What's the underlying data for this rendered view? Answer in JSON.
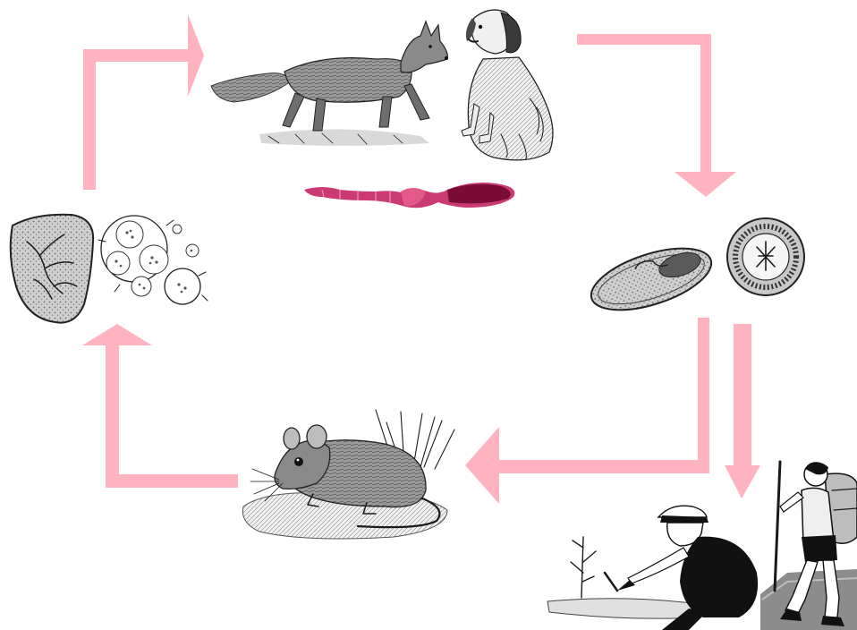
{
  "diagram": {
    "kind": "life-cycle",
    "arrow_color": "#ffb3c1",
    "worm_color": "#c2185b",
    "stages": [
      {
        "id": "definitive-hosts",
        "icons": [
          "fox-icon",
          "dog-icon"
        ]
      },
      {
        "id": "adult-tapeworm",
        "icons": [
          "tapeworm-icon"
        ]
      },
      {
        "id": "eggs",
        "icons": [
          "egg-icon",
          "embryonated-egg-icon"
        ]
      },
      {
        "id": "human-exposure",
        "icons": [
          "gardener-icon",
          "hiker-icon"
        ]
      },
      {
        "id": "intermediate-host",
        "icons": [
          "rodent-icon"
        ]
      },
      {
        "id": "larval-cysts",
        "icons": [
          "liver-icon",
          "cyst-icon"
        ]
      }
    ],
    "cycle_order": [
      "definitive-hosts",
      "eggs",
      "intermediate-host",
      "larval-cysts",
      "definitive-hosts"
    ],
    "dead_end_branch": [
      "eggs",
      "human-exposure"
    ]
  }
}
